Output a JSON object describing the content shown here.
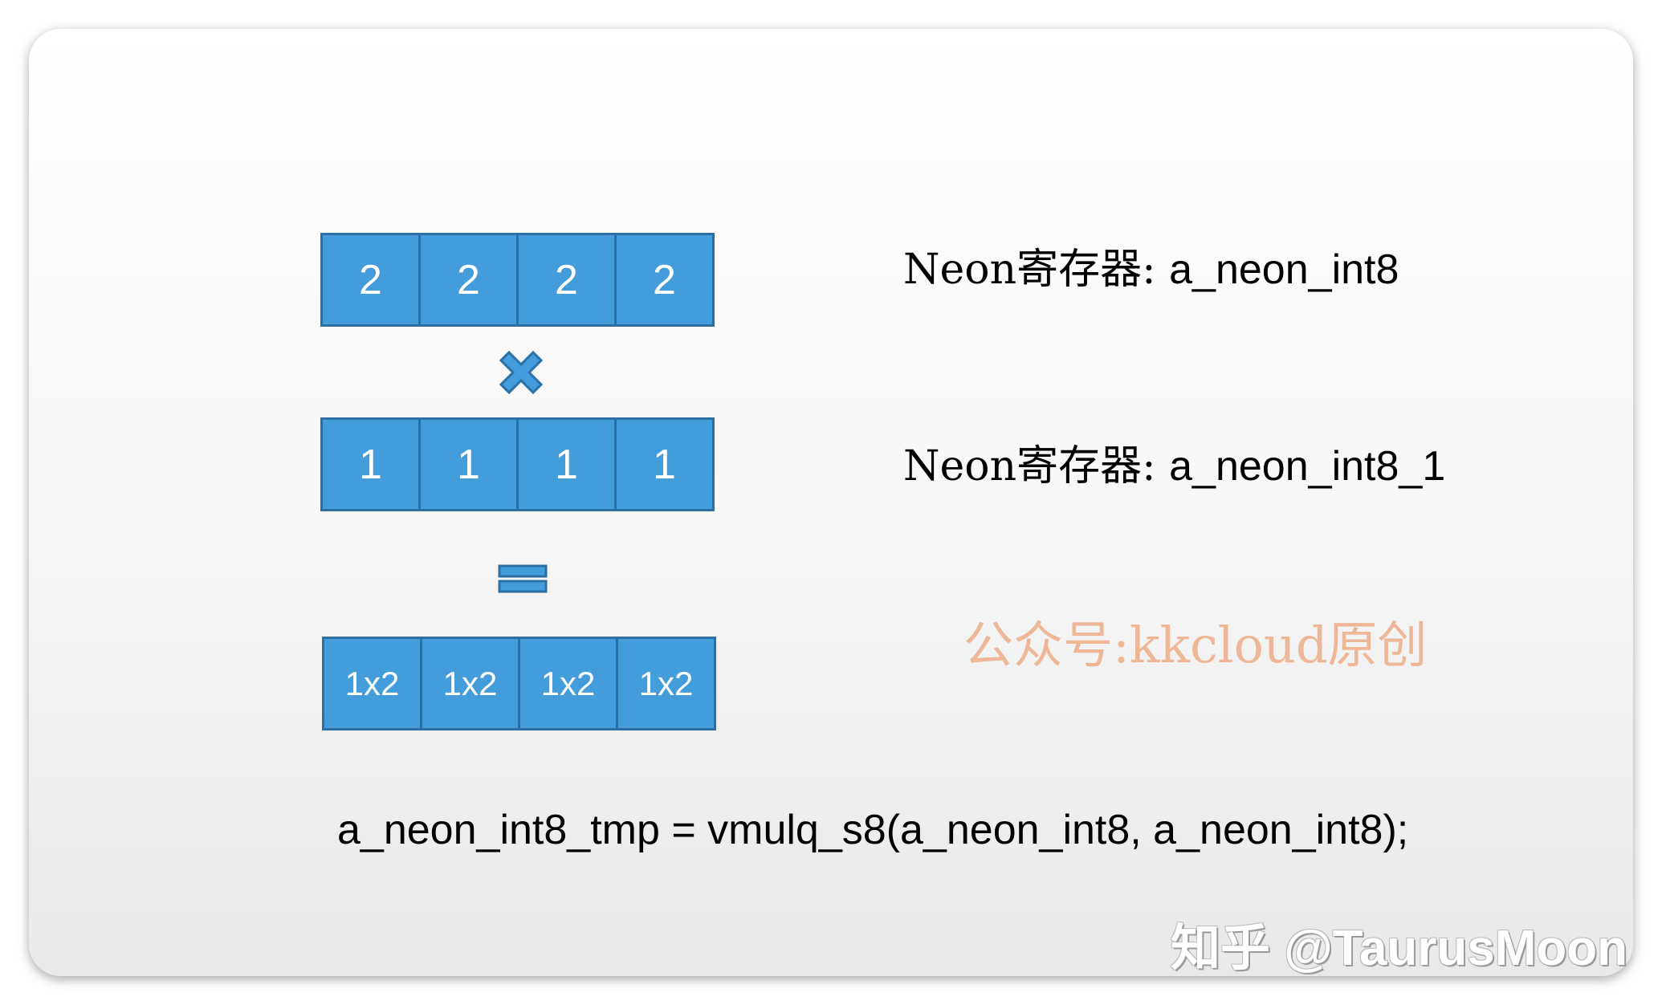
{
  "register_a": {
    "values": [
      "2",
      "2",
      "2",
      "2"
    ],
    "label_prefix": "Neon寄存器: ",
    "label_name": "a_neon_int8"
  },
  "register_b": {
    "values": [
      "1",
      "1",
      "1",
      "1"
    ],
    "label_prefix": "Neon寄存器: ",
    "label_name": "a_neon_int8_1"
  },
  "result": {
    "values": [
      "1x2",
      "1x2",
      "1x2",
      "1x2"
    ]
  },
  "code": "a_neon_int8_tmp = vmulq_s8(a_neon_int8, a_neon_int8);",
  "watermark_overlay": "公众号:kkcloud原创",
  "credit": "知乎 @TaurusMoon",
  "colors": {
    "cell_fill": "#449ddb",
    "cell_border": "#2b6fa5",
    "watermark": "#eeb797"
  }
}
